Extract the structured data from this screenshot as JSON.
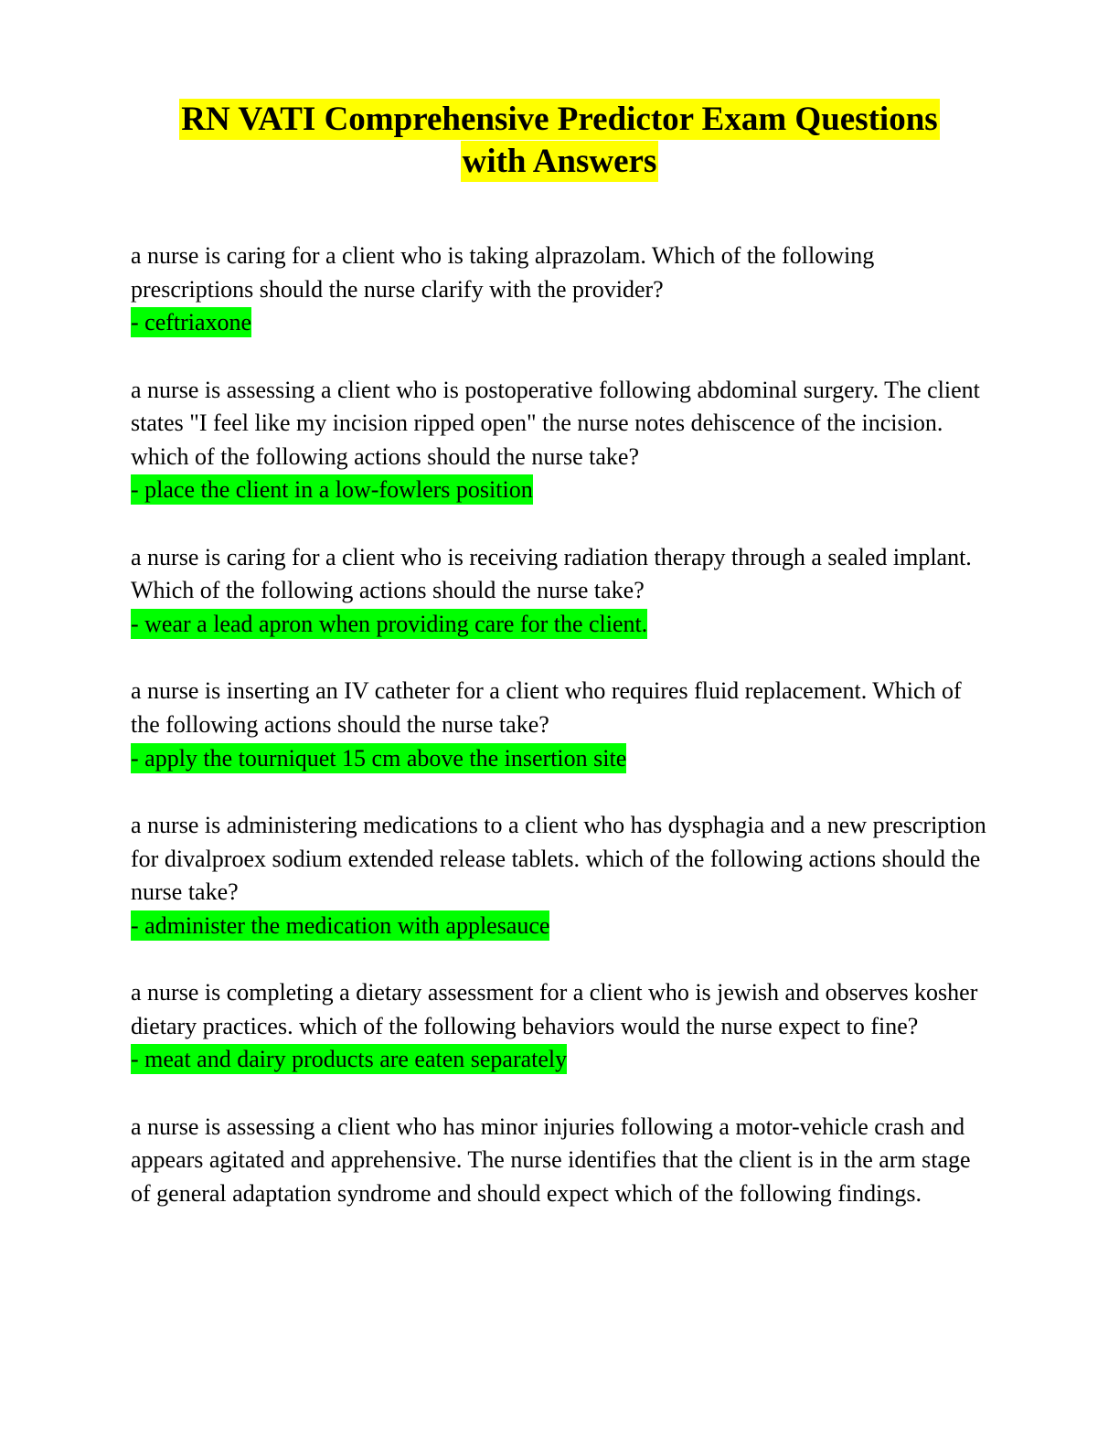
{
  "document": {
    "title_line_1": "RN VATI Comprehensive Predictor Exam Questions",
    "title_line_2": "with Answers",
    "highlight_colors": {
      "title": "#ffff00",
      "answer": "#00ff00"
    },
    "qa": [
      {
        "question": "a nurse is caring for a client who is taking alprazolam. Which of the following prescriptions should the nurse clarify with the provider?",
        "answer": "- ceftriaxone"
      },
      {
        "question": "a nurse is assessing a client who is postoperative following abdominal surgery. The client states \"I feel like my incision ripped open\" the nurse notes dehiscence of the incision. which of the following actions should the nurse take?",
        "answer": "- place the client in a low-fowlers position"
      },
      {
        "question": "a nurse is caring for a client who is receiving radiation therapy through a sealed implant. Which of the following actions should the nurse take?",
        "answer": "- wear a lead apron when providing care for the client."
      },
      {
        "question": "a nurse is inserting an IV catheter for a client who requires fluid replacement. Which of the following actions should the nurse take?",
        "answer": "- apply the tourniquet 15 cm above the insertion site"
      },
      {
        "question": "a nurse is administering medications to a client who has dysphagia and a new prescription for divalproex sodium extended release tablets. which of the following actions should the nurse take?",
        "answer": "- administer the medication with applesauce"
      },
      {
        "question": "a nurse is completing a dietary assessment for a client who is jewish and observes kosher dietary practices. which of the following behaviors would the nurse expect to fine?",
        "answer": "- meat and dairy products are eaten separately"
      },
      {
        "question": "a nurse is assessing a client who has minor injuries following a motor-vehicle crash and appears agitated and apprehensive. The nurse identifies that the client is in the arm stage of general adaptation syndrome and should expect which of the following findings.",
        "answer": ""
      }
    ]
  }
}
